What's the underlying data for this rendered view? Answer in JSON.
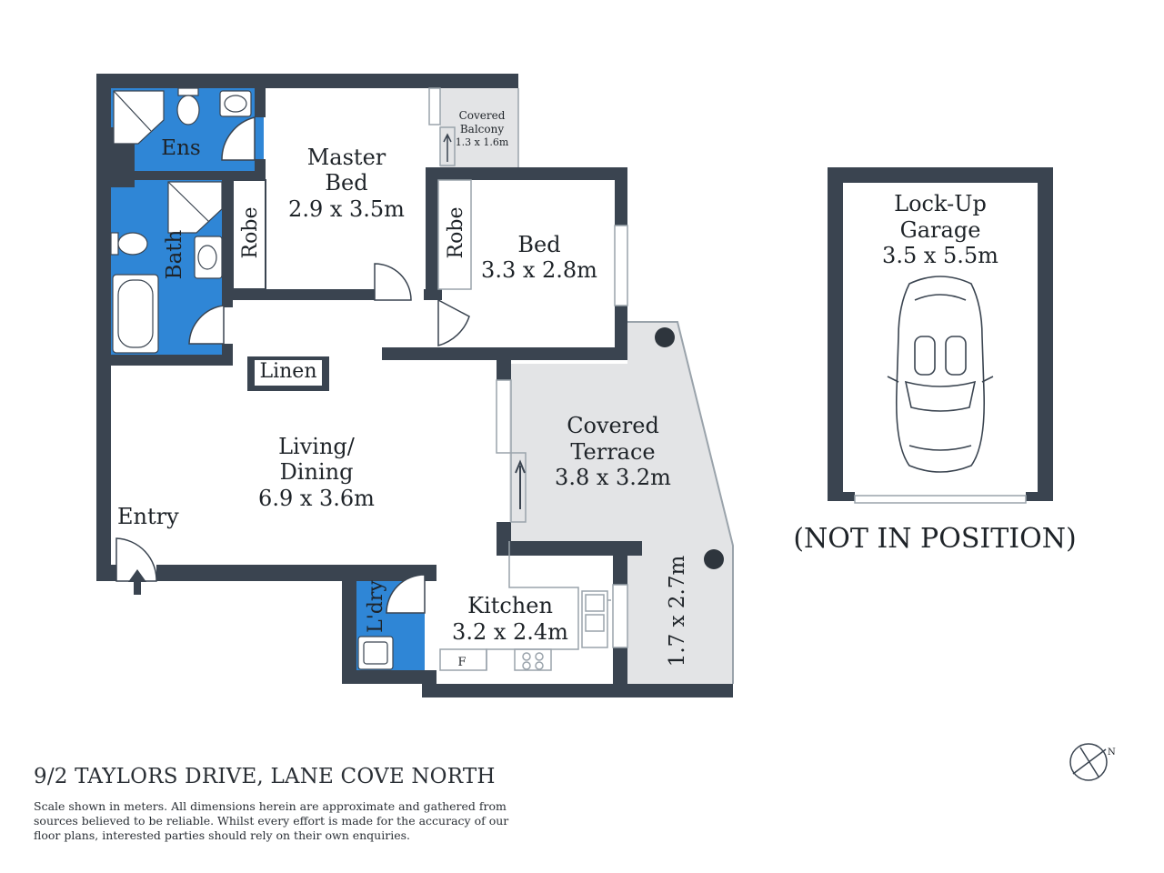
{
  "plan": {
    "colors": {
      "wall": "#3a4450",
      "wet_area": "#2f86d6",
      "terrace": "#e3e4e6",
      "fixture_line": "#9aa3ab",
      "text": "#1e2328"
    },
    "rooms": {
      "ensuite": "Ens",
      "master_bed": {
        "name_line1": "Master",
        "name_line2": "Bed",
        "size": "2.9 x 3.5m"
      },
      "covered_balcony": {
        "name_line1": "Covered",
        "name_line2": "Balcony",
        "size": "1.3 x 1.6m"
      },
      "robe_master": "Robe",
      "robe_bed": "Robe",
      "bed": {
        "name": "Bed",
        "size": "3.3 x 2.8m"
      },
      "bath": "Bath",
      "linen": "Linen",
      "living": {
        "name_line1": "Living/",
        "name_line2": "Dining",
        "size": "6.9 x 3.6m"
      },
      "entry": "Entry",
      "terrace": {
        "name_line1": "Covered",
        "name_line2": "Terrace",
        "size": "3.8 x 3.2m",
        "lower_size": "1.7 x 2.7m"
      },
      "laundry": "L'dry",
      "kitchen": {
        "name": "Kitchen",
        "size": "3.2 x 2.4m",
        "fridge": "F"
      },
      "garage": {
        "name_line1": "Lock-Up",
        "name_line2": "Garage",
        "size": "3.5 x 5.5m"
      }
    },
    "garage_note": "(NOT IN POSITION)",
    "compass_icon": "north-compass-icon",
    "car_icon": "convertible-car-icon"
  },
  "footer": {
    "address": "9/2 TAYLORS DRIVE, LANE COVE NORTH",
    "disclaimer": "Scale shown in meters. All dimensions herein are approximate and gathered from sources believed to be  reliable. Whilst every effort is made for the accuracy of our floor plans, interested parties should rely on their own enquiries."
  }
}
